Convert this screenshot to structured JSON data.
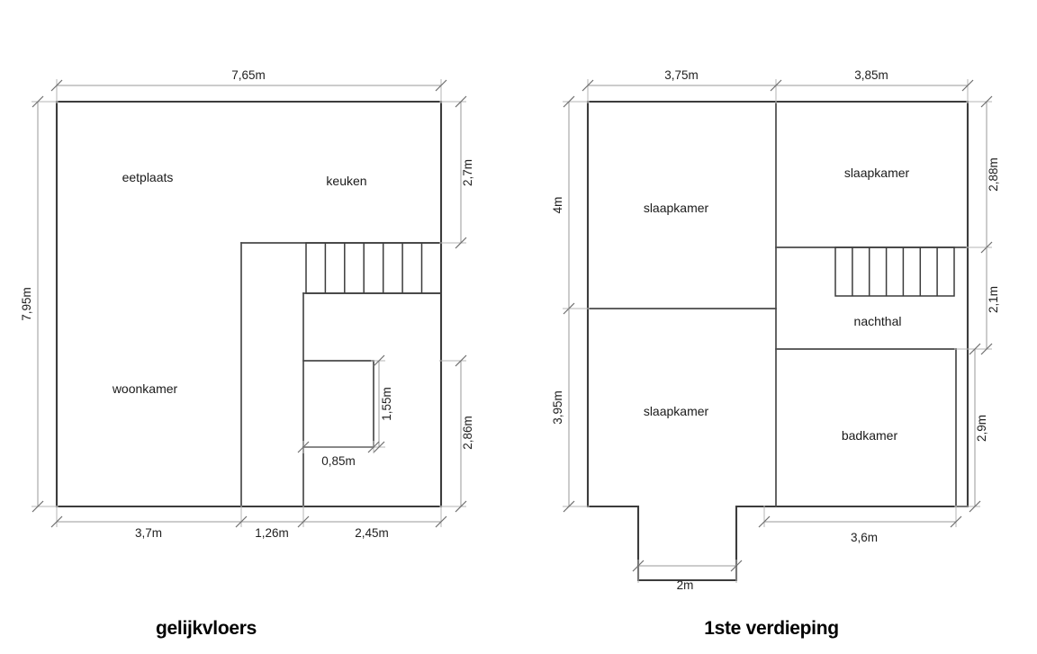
{
  "page": {
    "background": "#ffffff",
    "line_color": "#3c3c3c",
    "dim_color": "#9a9a9a"
  },
  "plans": [
    {
      "id": "ground-floor",
      "title": "gelijkvloers",
      "rooms": [
        {
          "name": "eetplaats",
          "label": "eetplaats"
        },
        {
          "name": "keuken",
          "label": "keuken"
        },
        {
          "name": "woonkamer",
          "label": "woonkamer"
        }
      ],
      "dimensions": {
        "top_overall": "7,65m",
        "left_overall": "7,95m",
        "right_upper": "2,7m",
        "right_lower": "2,86m",
        "bottom_left": "3,7m",
        "bottom_mid": "1,26m",
        "bottom_right": "2,45m",
        "inner_height": "1,55m",
        "inner_width": "0,85m"
      },
      "stair_steps": 7
    },
    {
      "id": "first-floor",
      "title": "1ste verdieping",
      "rooms": [
        {
          "name": "slaapkamer-left-top",
          "label": "slaapkamer"
        },
        {
          "name": "slaapkamer-right-top",
          "label": "slaapkamer"
        },
        {
          "name": "nachthal",
          "label": "nachthal"
        },
        {
          "name": "slaapkamer-left-bottom",
          "label": "slaapkamer"
        },
        {
          "name": "badkamer",
          "label": "badkamer"
        }
      ],
      "dimensions": {
        "top_left": "3,75m",
        "top_right": "3,85m",
        "left_upper": "4m",
        "left_lower": "3,95m",
        "right_upper": "2,88m",
        "right_mid": "2,1m",
        "right_lower": "2,9m",
        "bottom_right": "3,6m",
        "bottom_notch": "2m"
      },
      "stair_steps": 7
    }
  ]
}
